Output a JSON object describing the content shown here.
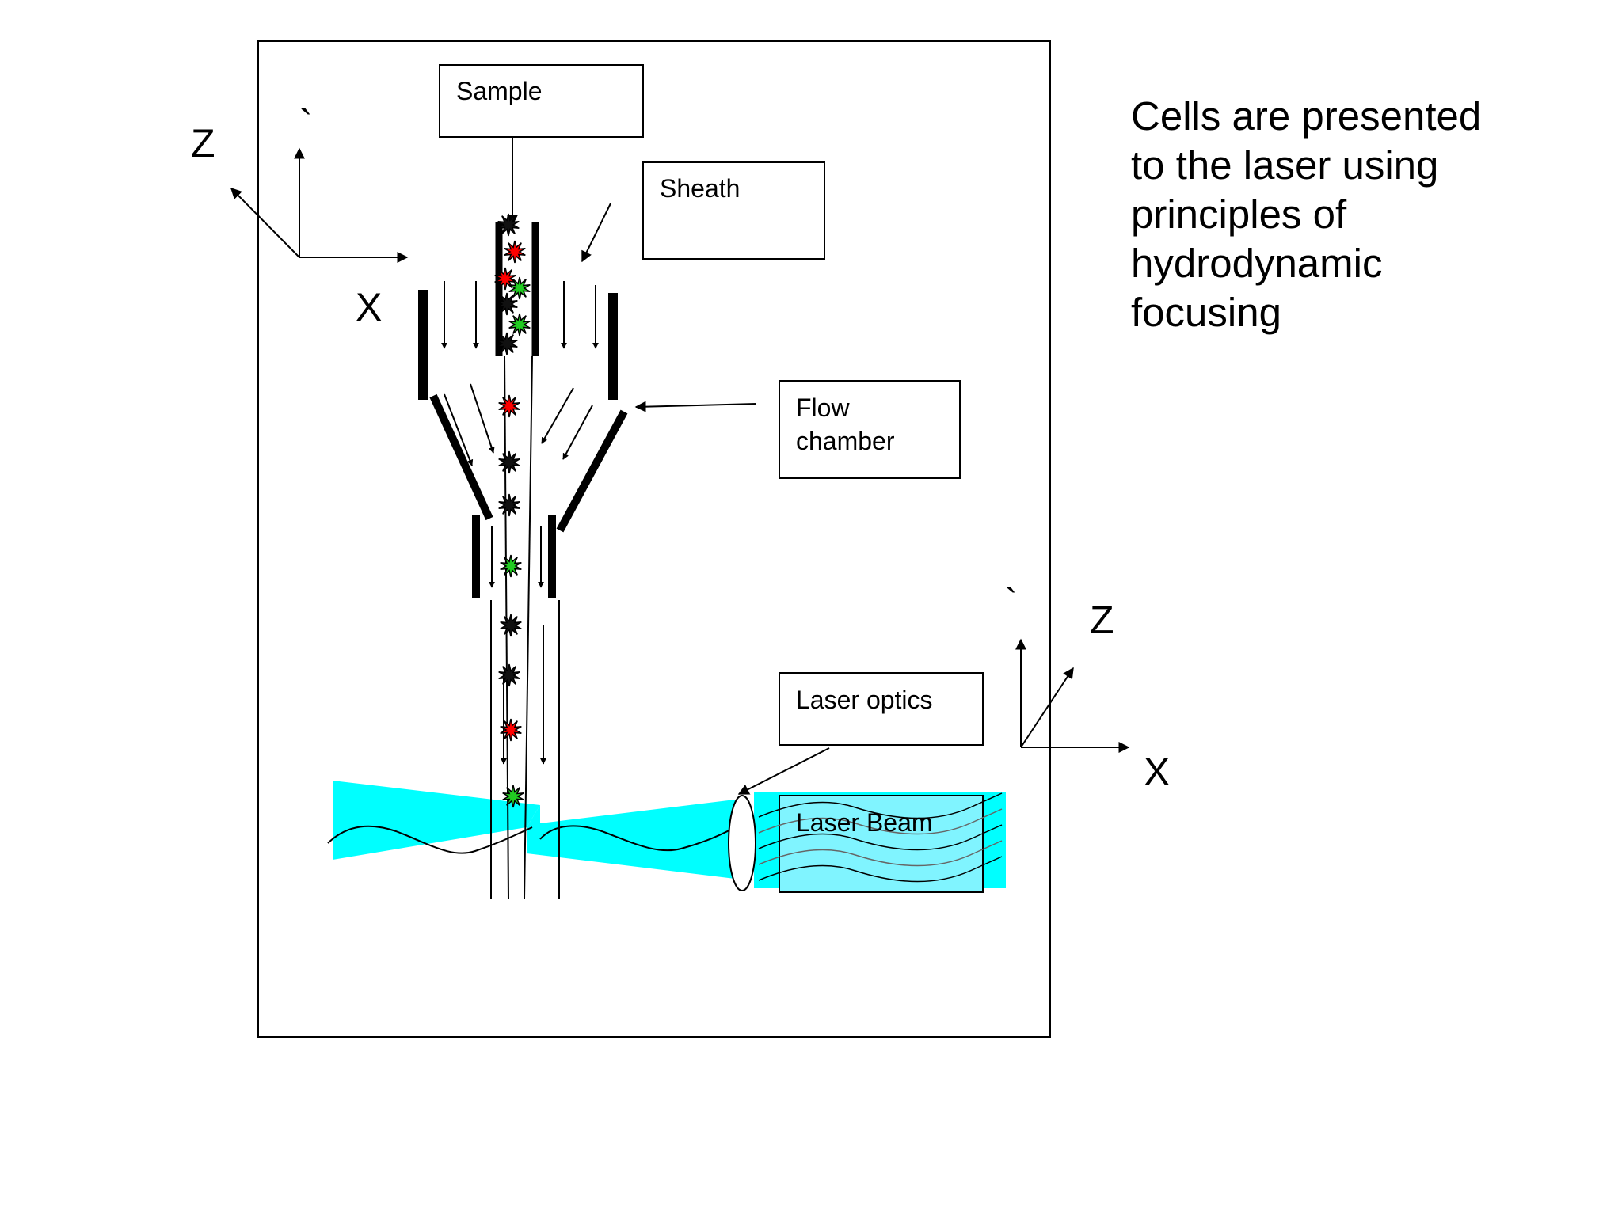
{
  "labels": {
    "sample": "Sample",
    "sheath": "Sheath",
    "flow_chamber_line1": "Flow",
    "flow_chamber_line2": "chamber",
    "laser_optics": "Laser optics",
    "laser_beam": "Laser Beam"
  },
  "axes_left": {
    "z": "Z",
    "x": "X",
    "tick": "`"
  },
  "axes_right": {
    "z": "Z",
    "x": "X",
    "tick": "`"
  },
  "caption_lines": [
    "Cells are presented",
    "to the laser using",
    "principles of",
    "hydrodynamic",
    "focusing"
  ],
  "colors": {
    "laser": "#00FFFF",
    "laser_box": "#80F4FF",
    "cell_black": "#111111",
    "cell_red": "#FF0000",
    "cell_green": "#22CC22"
  },
  "cells": [
    "black",
    "red",
    "red",
    "green",
    "black",
    "green",
    "black",
    "red",
    "black",
    "black",
    "green",
    "black",
    "black",
    "red",
    "green"
  ]
}
